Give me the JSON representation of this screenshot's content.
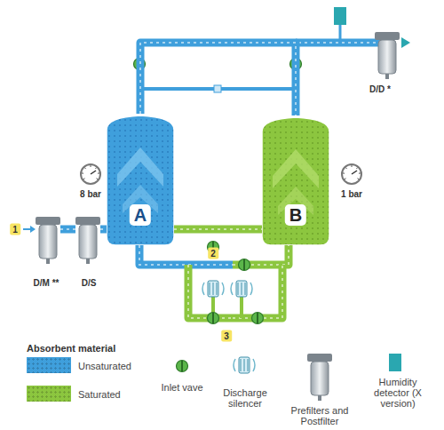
{
  "diagram": {
    "nodes": [
      {
        "text": [
          "A"
        ]
      },
      {
        "text": [
          "B"
        ]
      }
    ],
    "edges": [
      {
        "from": 0,
        "to": 1,
        "arrow": "none"
      },
      {
        "from": 0,
        "to": 1,
        "arrow": "none"
      }
    ],
    "labels": [
      "1",
      "2",
      "3",
      "8 bar",
      "1 bar",
      "D/M **",
      "D/S",
      "D/D *",
      "Absorbent material"
    ],
    "legend": [
      {
        "text": "Unsaturated",
        "color": "#3f9fdc"
      },
      {
        "text": "Saturated",
        "color": "#8cc63f"
      },
      {
        "text": "Inlet vave"
      },
      {
        "text": "Discharge silencer"
      },
      {
        "text": "Prefilters and Postfilter"
      },
      {
        "text": "Humidity detector (X version)"
      }
    ]
  }
}
